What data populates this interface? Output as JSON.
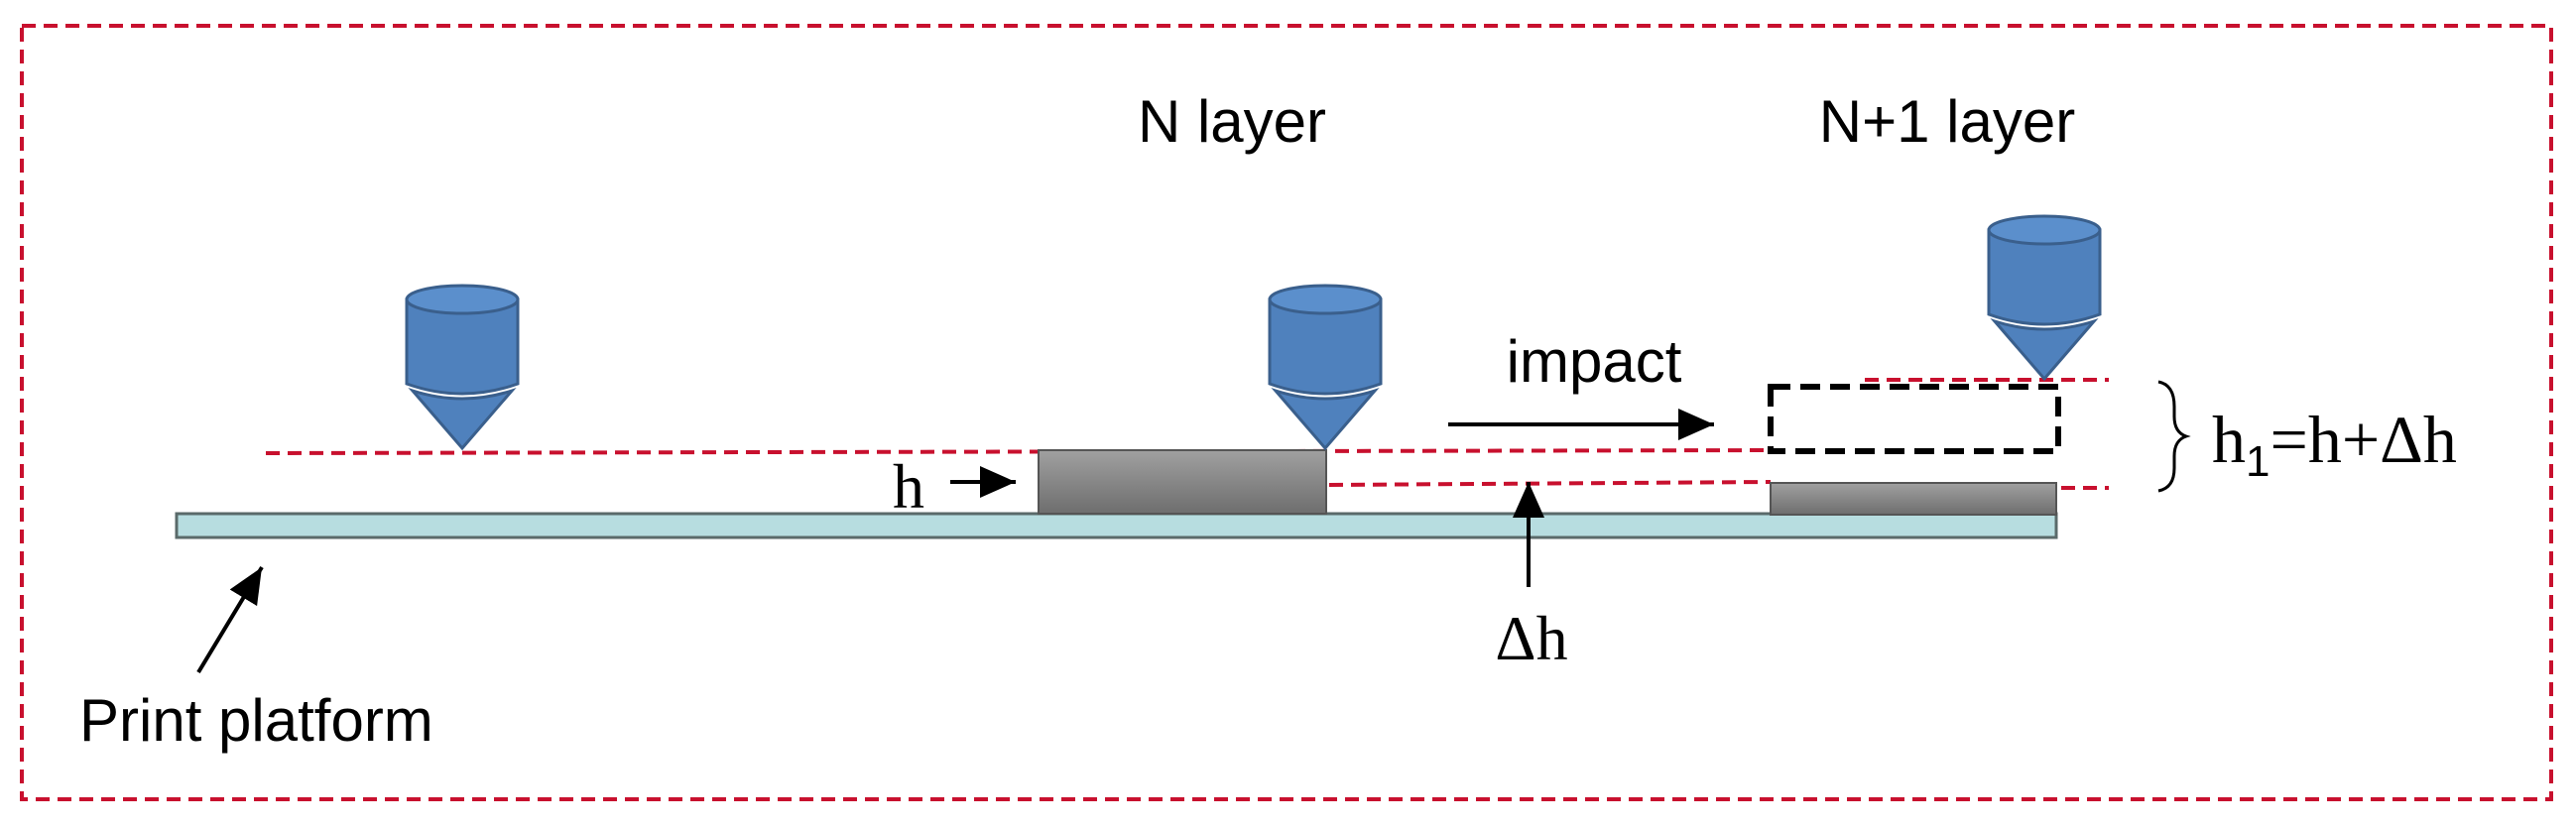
{
  "labels": {
    "n_layer": "N layer",
    "n1_layer": "N+1 layer",
    "impact": "impact",
    "h": "h",
    "delta_h": "Δh",
    "h1_base": "h",
    "h1_sub": "1",
    "h1_rest": "=h+Δh",
    "print_platform": "Print platform"
  },
  "colors": {
    "border": "#c8102e",
    "nozzle_fill": "#4f81bd",
    "nozzle_stroke": "#3a5f8c",
    "platform_fill": "#b7dde0",
    "platform_stroke": "#5a6a6a",
    "layer_fill": "#8a8a8a",
    "dashed_box": "#000000",
    "text": "#000000"
  },
  "icons": [
    "print-nozzle-icon"
  ]
}
